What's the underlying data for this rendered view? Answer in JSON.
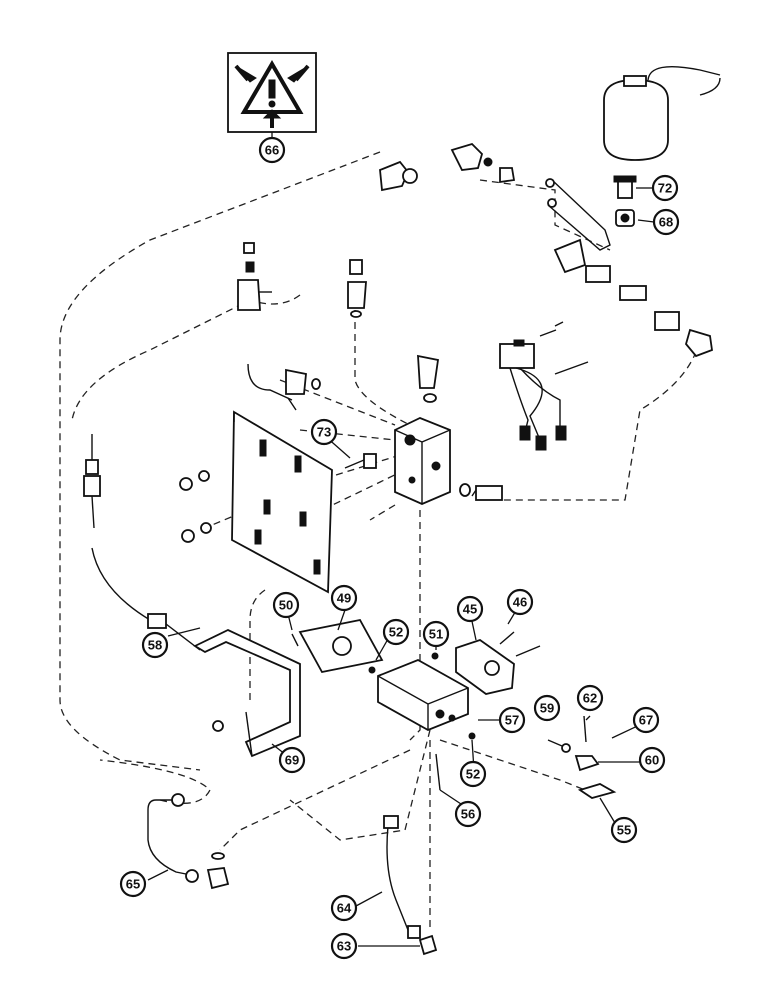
{
  "warning_symbol": {
    "icon": "warning-triangle-pinch-arrows-icon"
  },
  "callouts": {
    "c45": "45",
    "c46": "46",
    "c49": "49",
    "c50": "50",
    "c51": "51",
    "c52a": "52",
    "c52b": "52",
    "c55": "55",
    "c56": "56",
    "c57": "57",
    "c58": "58",
    "c59": "59",
    "c60": "60",
    "c62": "62",
    "c63": "63",
    "c64": "64",
    "c65": "65",
    "c66": "66",
    "c67": "67",
    "c68": "68",
    "c69": "69",
    "c72": "72",
    "c73": "73"
  }
}
